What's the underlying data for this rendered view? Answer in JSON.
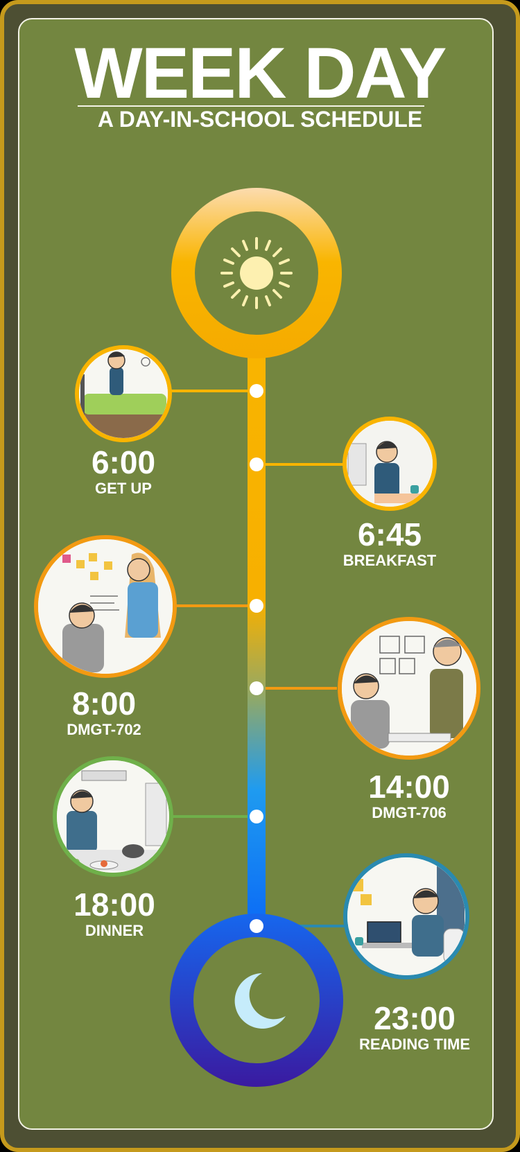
{
  "header": {
    "title": "WEEK DAY",
    "subtitle": "A DAY-IN-SCHOOL SCHEDULE"
  },
  "icons": {
    "top": "sun-icon",
    "bottom": "crescent-moon-icon"
  },
  "colors": {
    "panel": "#738640",
    "frame": "#c59a1c",
    "morning": "#f9b400",
    "afternoon": "#f29a12",
    "evening": "#6fb04a",
    "night": "#2a8ab0",
    "sun": "#fdf0b0",
    "moon": "#c6ecfb"
  },
  "events": [
    {
      "time": "6:00",
      "activity": "GET UP",
      "scene": "boy-waking-in-bed"
    },
    {
      "time": "6:45",
      "activity": "BREAKFAST",
      "scene": "boy-eating-breakfast"
    },
    {
      "time": "8:00",
      "activity": "DMGT-702",
      "scene": "class-with-teacher-at-board"
    },
    {
      "time": "14:00",
      "activity": "DMGT-706",
      "scene": "class-with-lecturer"
    },
    {
      "time": "18:00",
      "activity": "DINNER",
      "scene": "boy-cooking-dinner"
    },
    {
      "time": "23:00",
      "activity": "READING TIME",
      "scene": "boy-reading-at-laptop"
    }
  ]
}
